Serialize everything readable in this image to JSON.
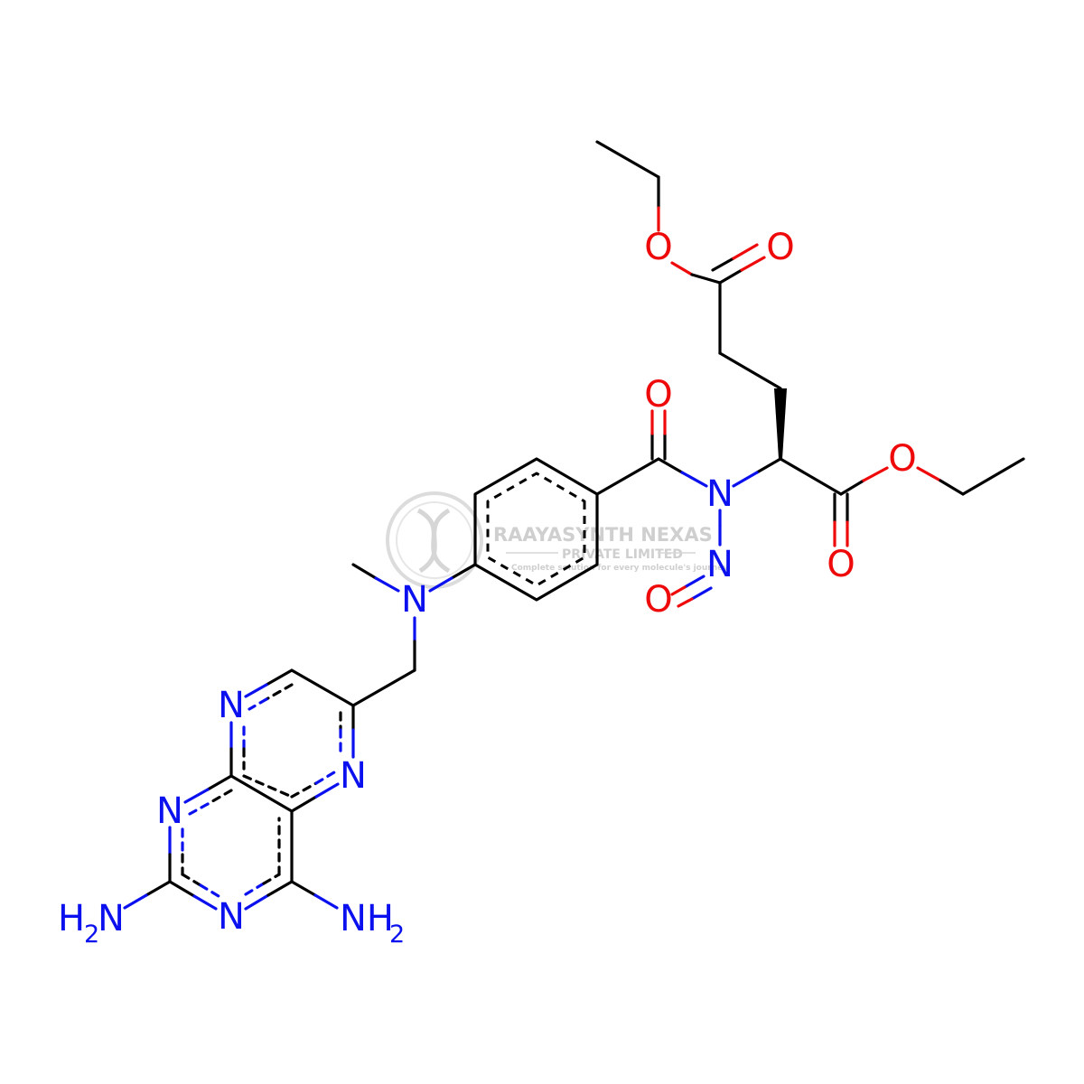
{
  "colors": {
    "carbon": "#000000",
    "nitrogen": "#0a10ee",
    "oxygen": "#ee0a0a",
    "watermark": "#cfcfcf",
    "background": "#ffffff"
  },
  "watermark": {
    "line1": "RAAYASYNTH NEXAS",
    "line2": "PRIVATE LIMITED",
    "line3": "Complete solution for every molecule's journey"
  },
  "labels": {
    "nh2_left_main": "H",
    "nh2_left_sub": "2",
    "nh2_left_n": "N",
    "nh2_right_n": "NH",
    "nh2_right_sub": "2",
    "n": "N",
    "o": "O"
  }
}
